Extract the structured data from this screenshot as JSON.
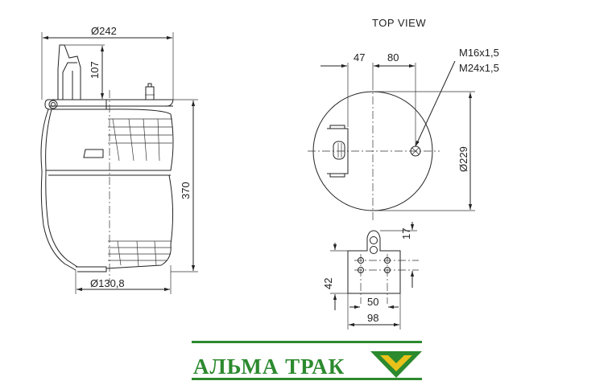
{
  "drawing": {
    "view_title": "TOP VIEW",
    "dimensions": {
      "top_diameter": "Ø242",
      "bracket_height": "107",
      "total_height": "370",
      "piston_diameter": "Ø130,8",
      "offset_47": "47",
      "offset_80": "80",
      "plate_diameter": "Ø229",
      "thread_1": "M16x1,5",
      "thread_2": "M24x1,5",
      "bracket_17": "17",
      "bracket_42": "42",
      "bracket_50": "50",
      "bracket_98": "98"
    }
  },
  "brand": {
    "name": "АЛЬМА ТРАК",
    "color": "#2c8a2e",
    "logo_color": "#e8c21a"
  }
}
